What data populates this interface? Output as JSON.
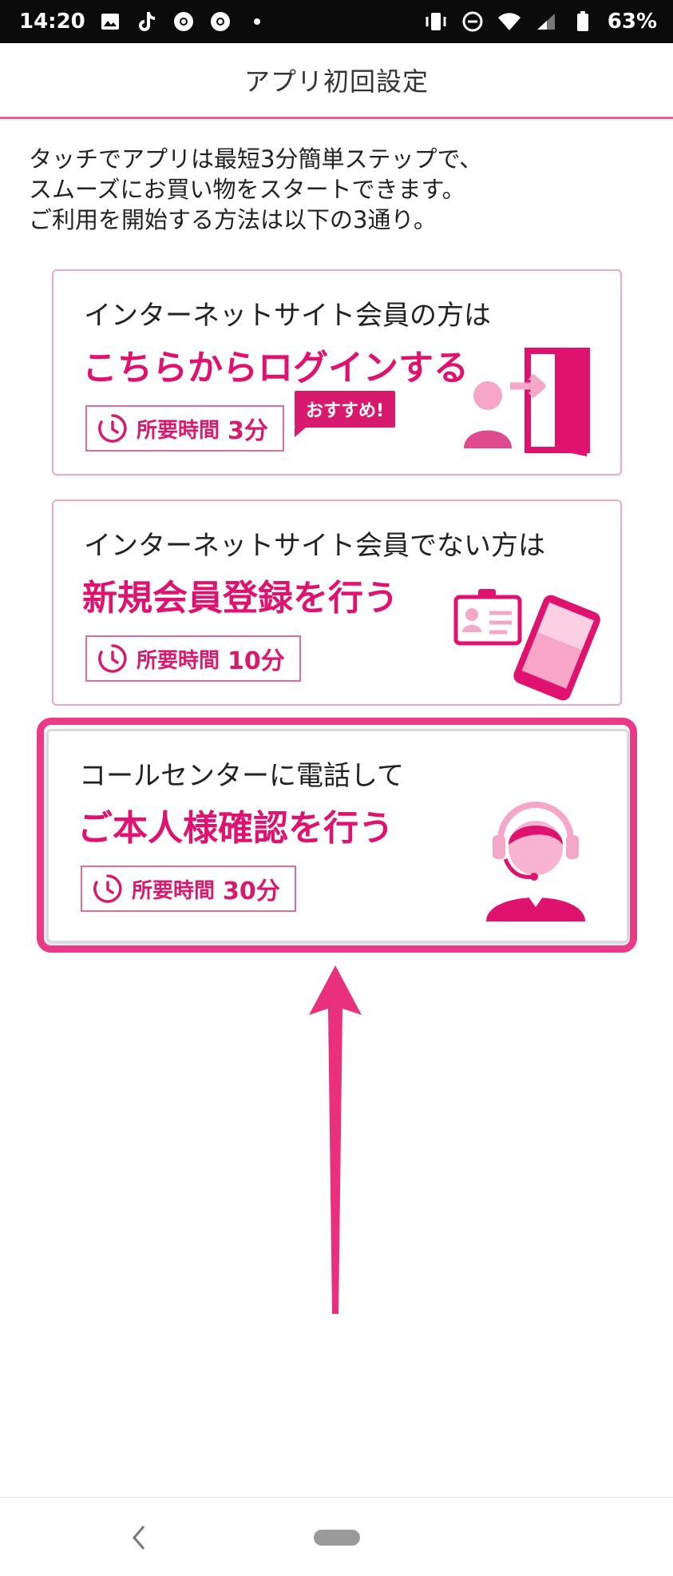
{
  "status_bar": {
    "time": "14:20",
    "battery": "63%"
  },
  "header": {
    "title": "アプリ初回設定"
  },
  "intro": {
    "lines": [
      "タッチでアプリは最短3分簡単ステップで、",
      "スムーズにお買い物をスタートできます。",
      "ご利用を開始する方法は以下の3通り。"
    ]
  },
  "options": [
    {
      "subtitle": "インターネットサイト会員の方は",
      "title": "こちらからログインする",
      "time_label": "所要時間",
      "time_value": "3分",
      "badge": "おすすめ!"
    },
    {
      "subtitle": "インターネットサイト会員でない方は",
      "title": "新規会員登録を行う",
      "time_label": "所要時間",
      "time_value": "10分"
    },
    {
      "subtitle": "コールセンターに電話して",
      "title": "ご本人様確認を行う",
      "time_label": "所要時間",
      "time_value": "30分"
    }
  ],
  "colors": {
    "accent": "#e0126f",
    "highlight": "#ea3a87",
    "header_line": "#e8609a"
  },
  "icons": [
    "image-icon",
    "tiktok-icon",
    "chrome-icon",
    "vibrate-icon",
    "dnd-icon",
    "wifi-icon",
    "signal-icon",
    "battery-icon",
    "clock-icon",
    "login-illustration",
    "register-illustration",
    "operator-illustration",
    "back-icon",
    "home-pill"
  ]
}
